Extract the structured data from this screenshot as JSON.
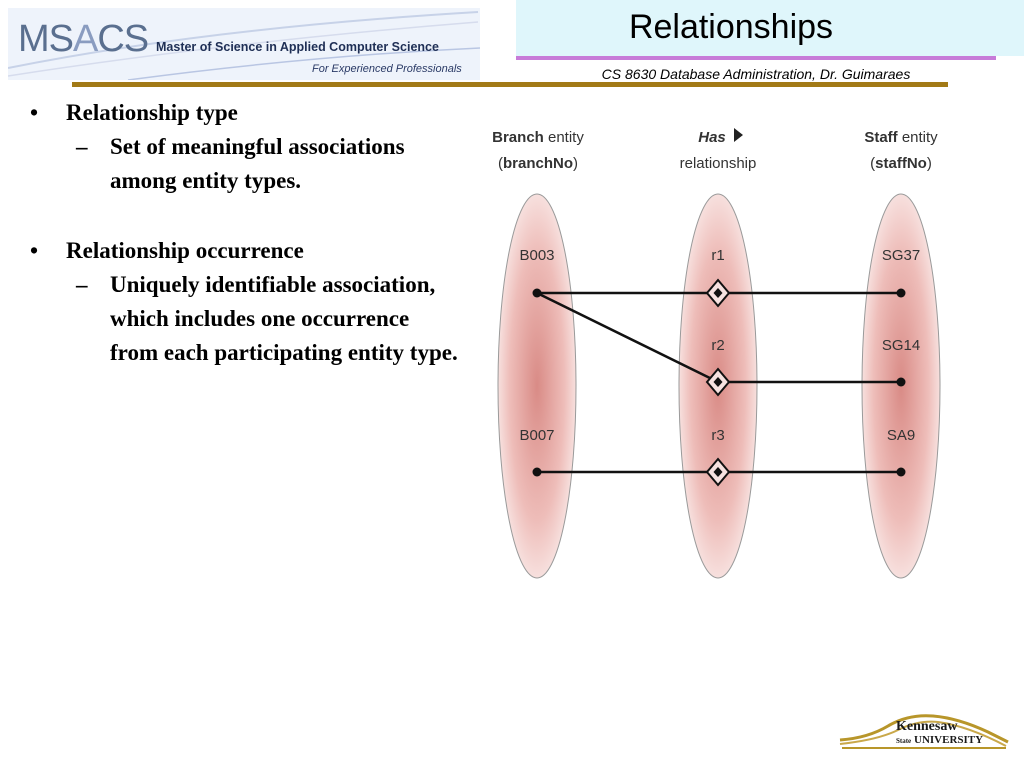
{
  "header": {
    "logo_ms": "MS",
    "logo_a": "A",
    "logo_cs": "CS",
    "logo_subtitle": "Master of Science in Applied Computer Science",
    "logo_tagline": "For Experienced Professionals",
    "title": "Relationships",
    "course": "CS 8630 Database Administration, Dr. Guimaraes"
  },
  "content": {
    "bullets": [
      {
        "mark": "•",
        "label": "Relationship type",
        "sub": {
          "mark": "–",
          "text": "Set of meaningful associations among entity types."
        }
      },
      {
        "mark": "•",
        "label": "Relationship occurrence",
        "sub": {
          "mark": "–",
          "text": "Uniquely identifiable association, which includes one occurrence from each participating entity type."
        }
      }
    ]
  },
  "diagram": {
    "branch_name": "Branch",
    "branch_word": "entity",
    "branch_key": "branchNo",
    "rel_name": "Has",
    "rel_word": "relationship",
    "staff_name": "Staff",
    "staff_word": "entity",
    "staff_key": "staffNo",
    "branches": [
      "B003",
      "B007"
    ],
    "relationships": [
      "r1",
      "r2",
      "r3"
    ],
    "staff": [
      "SG37",
      "SG14",
      "SA9"
    ],
    "oval_color": "#e7aeaa"
  },
  "footer": {
    "university_name": "Kennesaw",
    "university_state": "State",
    "university_word": "UNIVERSITY"
  }
}
